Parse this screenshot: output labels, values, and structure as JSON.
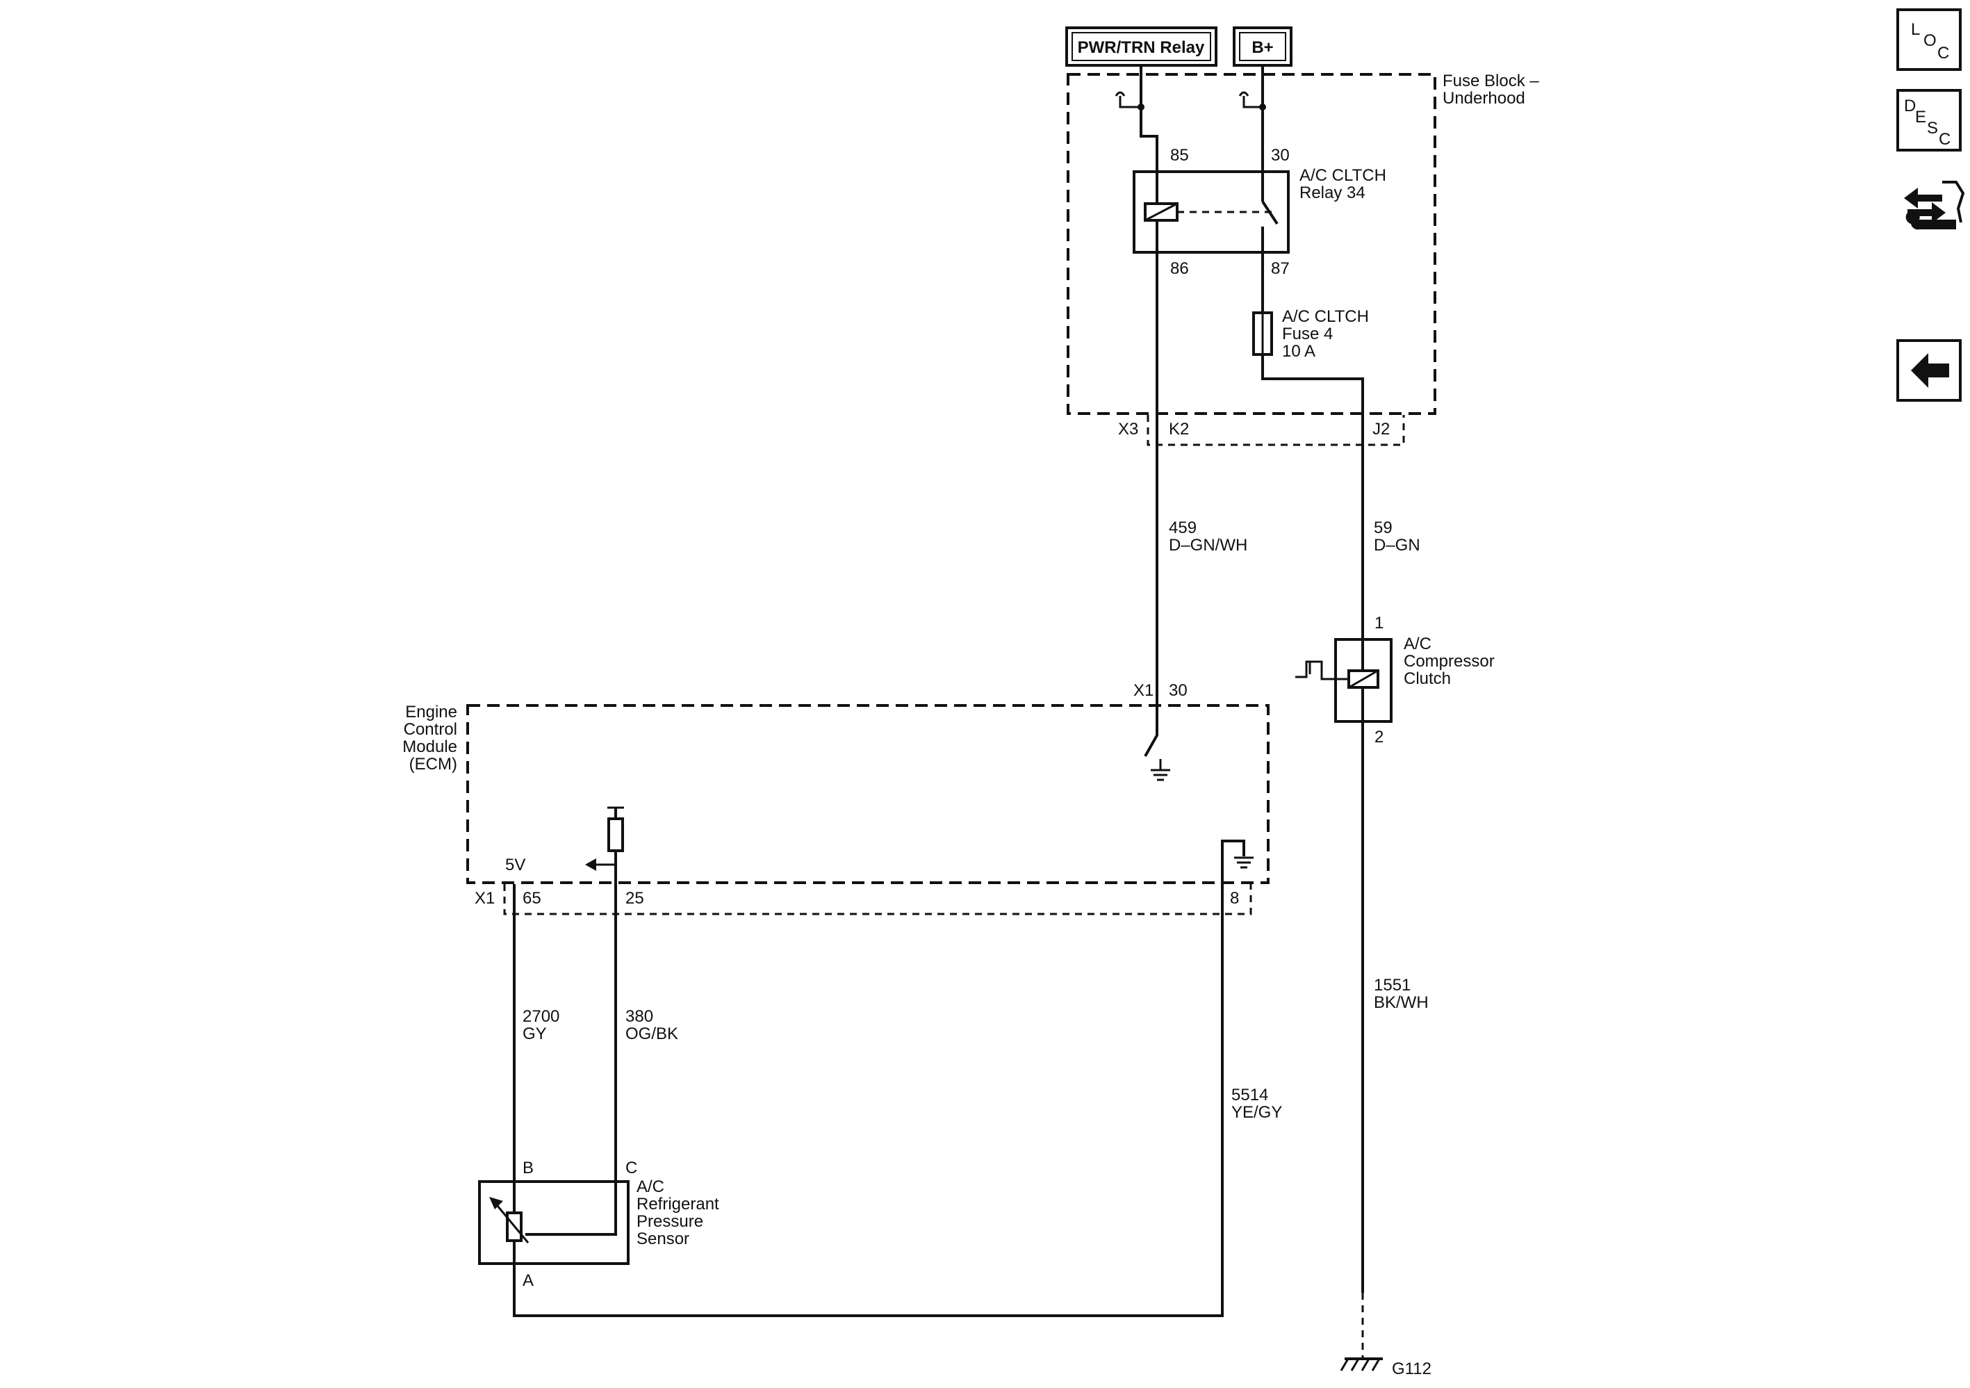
{
  "top_boxes": {
    "pwr_trn_relay": "PWR/TRN Relay",
    "b_plus": "B+"
  },
  "fuse_block": {
    "title_line1": "Fuse Block –",
    "title_line2": "Underhood",
    "connector_x3": "X3",
    "pin_k2": "K2",
    "pin_j2": "J2"
  },
  "relay": {
    "name_line1": "A/C CLTCH",
    "name_line2": "Relay 34",
    "pin_85": "85",
    "pin_30": "30",
    "pin_86": "86",
    "pin_87": "87"
  },
  "fuse": {
    "name_line1": "A/C CLTCH",
    "name_line2": "Fuse 4",
    "rating": "10 A"
  },
  "wires": {
    "w459_num": "459",
    "w459_color": "D–GN/WH",
    "w59_num": "59",
    "w59_color": "D–GN",
    "w1551_num": "1551",
    "w1551_color": "BK/WH",
    "w2700_num": "2700",
    "w2700_color": "GY",
    "w380_num": "380",
    "w380_color": "OG/BK",
    "w5514_num": "5514",
    "w5514_color": "YE/GY"
  },
  "compressor": {
    "name_line1": "A/C",
    "name_line2": "Compressor",
    "name_line3": "Clutch",
    "pin_1": "1",
    "pin_2": "2"
  },
  "ecm": {
    "name_line1": "Engine",
    "name_line2": "Control",
    "name_line3": "Module",
    "name_line4": "(ECM)",
    "top_connector": "X1",
    "top_pin": "30",
    "bottom_connector": "X1",
    "pin_65": "65",
    "pin_25": "25",
    "pin_8": "8",
    "label_5v": "5V"
  },
  "sensor": {
    "name_line1": "A/C",
    "name_line2": "Refrigerant",
    "name_line3": "Pressure",
    "name_line4": "Sensor",
    "pin_b": "B",
    "pin_c": "C",
    "pin_a": "A"
  },
  "ground": {
    "label": "G112"
  },
  "nav": {
    "loc_l": "L",
    "loc_o": "O",
    "loc_c": "C",
    "desc_d": "D",
    "desc_e": "E",
    "desc_s": "S",
    "desc_c": "C"
  }
}
